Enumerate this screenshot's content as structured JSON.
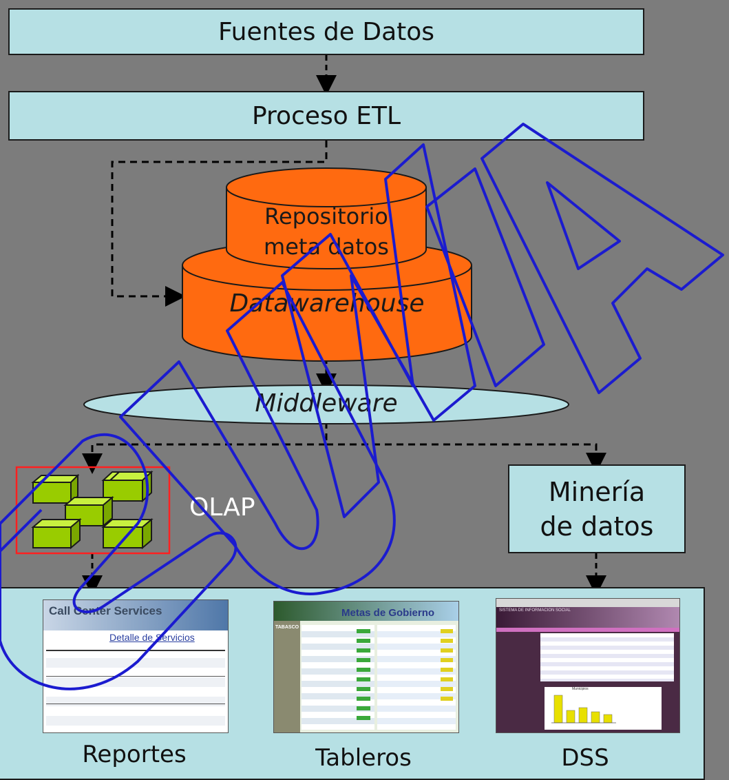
{
  "nodes": {
    "fuentes": "Fuentes de Datos",
    "etl": "Proceso ETL",
    "repo_line1": "Repositorio",
    "repo_line2": "meta datos",
    "dw": "Datawarehouse",
    "middleware": "Middleware",
    "olap": "OLAP",
    "mineria_line1": "Minería",
    "mineria_line2": "de datos"
  },
  "outputs": {
    "reportes": "Reportes",
    "tableros": "Tableros",
    "dss": "DSS"
  },
  "thumbnails": {
    "reportes_title": "Call Center Services",
    "reportes_subtitle": "Detalle de Servicios",
    "tableros_title": "Metas de Gobierno",
    "tableros_side": "TABASCO",
    "dss_header": "SISTEMA DE INFORMACION SOCIAL",
    "dss_chart_title": "Municipios"
  },
  "watermark_text": "UNIA",
  "colors": {
    "background": "#7c7c7c",
    "box_fill": "#b6e0e4",
    "cylinder_fill": "#ff6a10",
    "cube_fill": "#99cc00",
    "olap_border": "#ff2020",
    "watermark": "#1b1bcf"
  }
}
